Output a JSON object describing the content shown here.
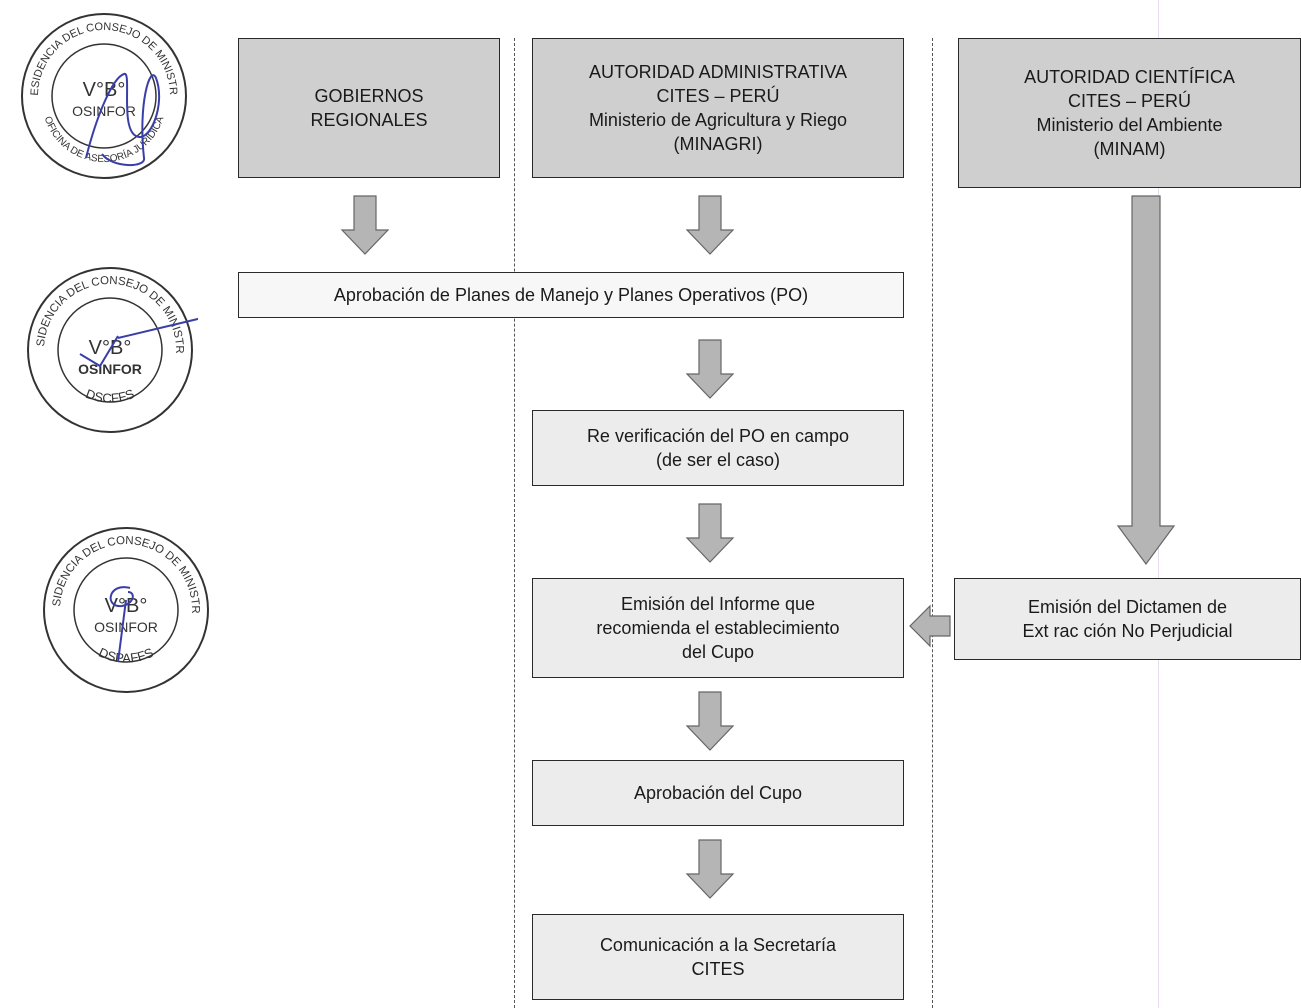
{
  "columns": {
    "regional": "GOBIERNOS\nREGIONALES",
    "admin": "AUTORIDAD ADMINISTRATIVA\nCITES – PERÚ\nMinisterio de Agricultura y Riego\n(MINAGRI)",
    "scientific": "AUTORIDAD CIENTÍFICA\nCITES – PERÚ\nMinisterio del Ambiente\n(MINAM)"
  },
  "steps": {
    "approval_plans": "Aprobación de Planes de Manejo y Planes Operativos (PO)",
    "field_verification": "Re verificación del PO en campo\n(de ser el caso)",
    "report": "Emisión del Informe que\nrecomienda el establecimiento\ndel Cupo",
    "dictamen": "Emisión del Dictamen de\nExt rac ción No Perjudicial",
    "quota_approval": "Aprobación del Cupo",
    "communication": "Comunicación a la Secretaría\nCITES"
  },
  "seals": {
    "seal1": {
      "ring_top": "PRESIDENCIA DEL CONSEJO DE MINISTROS",
      "ring_bottom": "OFICINA DE ASESORÍA JURÍDICA",
      "center": "V°B°",
      "org": "OSINFOR"
    },
    "seal2": {
      "ring_top": "PRESIDENCIA DEL CONSEJO DE MINISTROS",
      "ring_bottom": "DSCFFS",
      "center": "V°B°",
      "org": "OSINFOR"
    },
    "seal3": {
      "ring_top": "PRESIDENCIA DEL CONSEJO DE MINISTROS",
      "ring_bottom": "DSPAFFS",
      "center": "V°B°",
      "org": "OSINFOR"
    }
  },
  "colors": {
    "header_fill": "#cfcfcf",
    "step_fill": "#ececec",
    "arrow_fill": "#b5b5b5",
    "seal_ink": "#333333",
    "signature_ink": "#3a3fa8"
  }
}
